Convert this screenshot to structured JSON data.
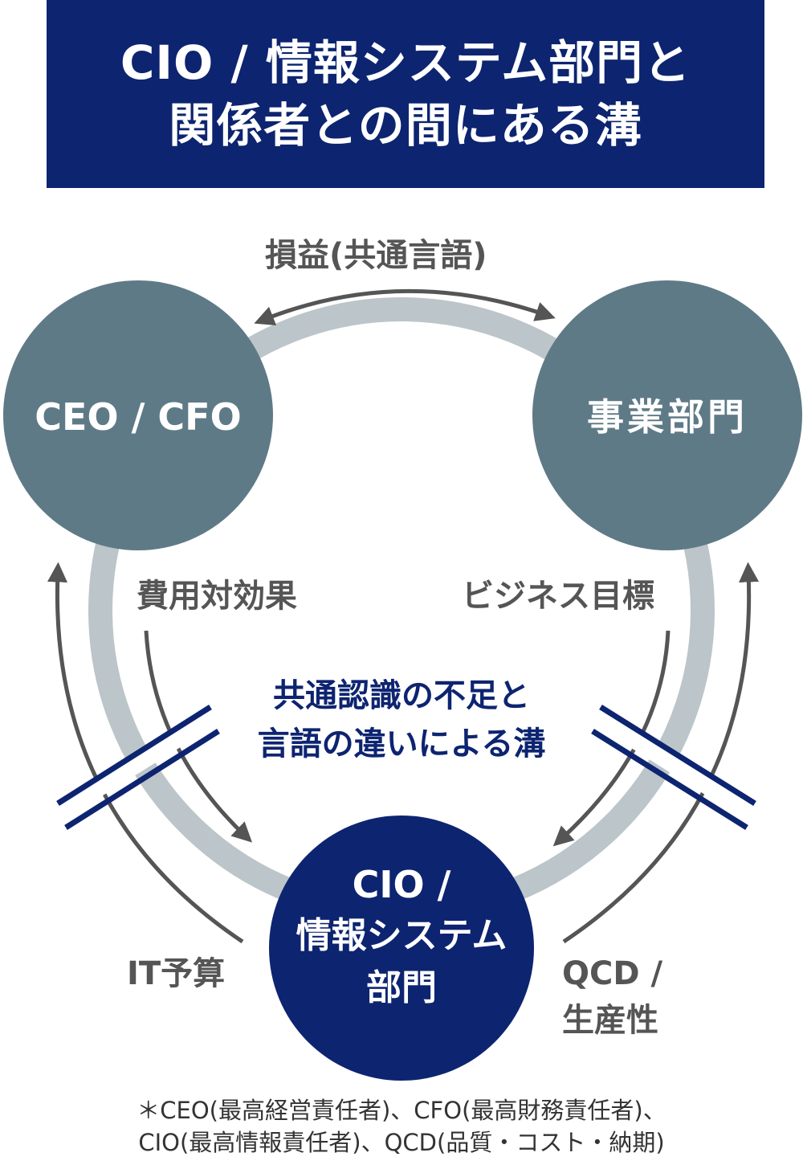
{
  "title": {
    "lines": [
      "CIO / 情報システム部門と",
      "関係者との間にある溝"
    ]
  },
  "nodes": {
    "ceo_cfo": {
      "label": "CEO / CFO"
    },
    "business": {
      "label": "事業部門"
    },
    "cio": {
      "lines": [
        "CIO /",
        "情報システム",
        "部門"
      ]
    }
  },
  "relations": {
    "top": "損益(共通言語)",
    "left_inner": "費用対効果",
    "right_inner": "ビジネス目標",
    "left_outer": "IT予算",
    "right_outer": [
      "QCD /",
      "生産性"
    ]
  },
  "gap": {
    "lines": [
      "共通認識の不足と",
      "言語の違いによる溝"
    ]
  },
  "footnote": {
    "lines": [
      "＊CEO(最高経営責任者)、CFO(最高財務責任者)、",
      "CIO(最高情報責任者)、QCD(品質・コスト・納期)"
    ]
  },
  "colors": {
    "navy": "#0d2470",
    "slate": "#5f7a87",
    "ring": "#bcc5c9",
    "arrow": "#555555"
  }
}
